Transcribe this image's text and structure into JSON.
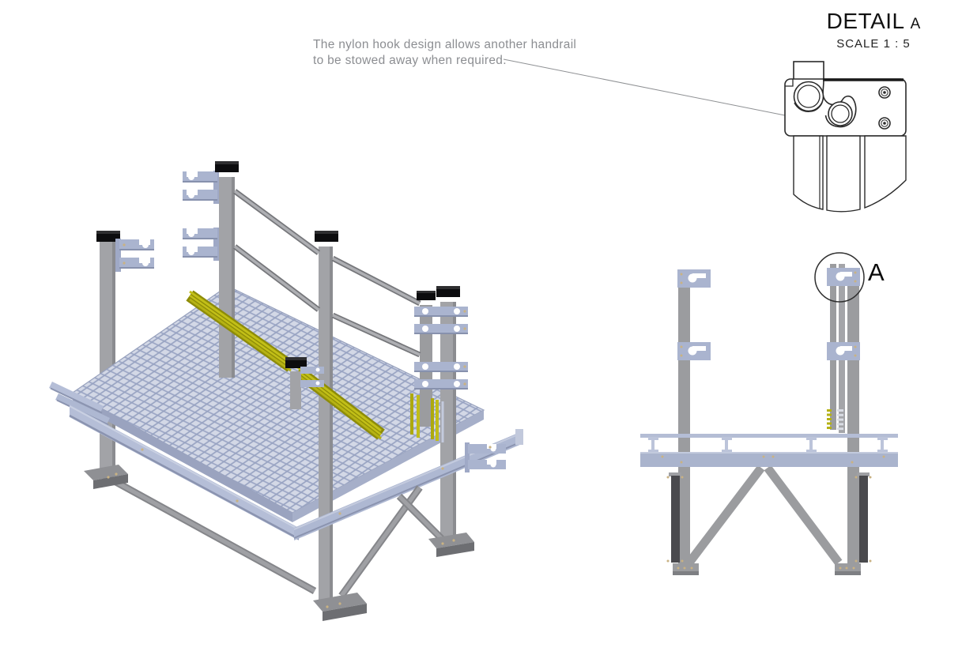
{
  "sheet": {
    "background": "#ffffff"
  },
  "annotation": {
    "lines": [
      "The nylon hook design allows another handrail",
      "to be stowed away when required."
    ]
  },
  "detail_view": {
    "title": "DETAIL",
    "label": "A",
    "scale": "SCALE 1 : 5"
  },
  "side_view": {
    "callout": "A"
  },
  "colors": {
    "metal_gray": "#a2a3a7",
    "metal_shadow": "#8b8c90",
    "panel_blue": "#aab4cd",
    "panel_blue_light": "#b5bed7",
    "grating_base": "#d3d8e6",
    "grating_line": "#9aa5c4",
    "bracket_blue": "#aab4cf",
    "toeboard_yellow": "#b5b213",
    "toeboard_yellow_dark": "#8e8c08",
    "cap_black": "#0c0c0e",
    "strut_bar_dark": "#4a4a4e",
    "drawing_line": "#2a2a2a",
    "annotation_gray": "#8c8e92",
    "fastener_tan": "#c9b283"
  }
}
